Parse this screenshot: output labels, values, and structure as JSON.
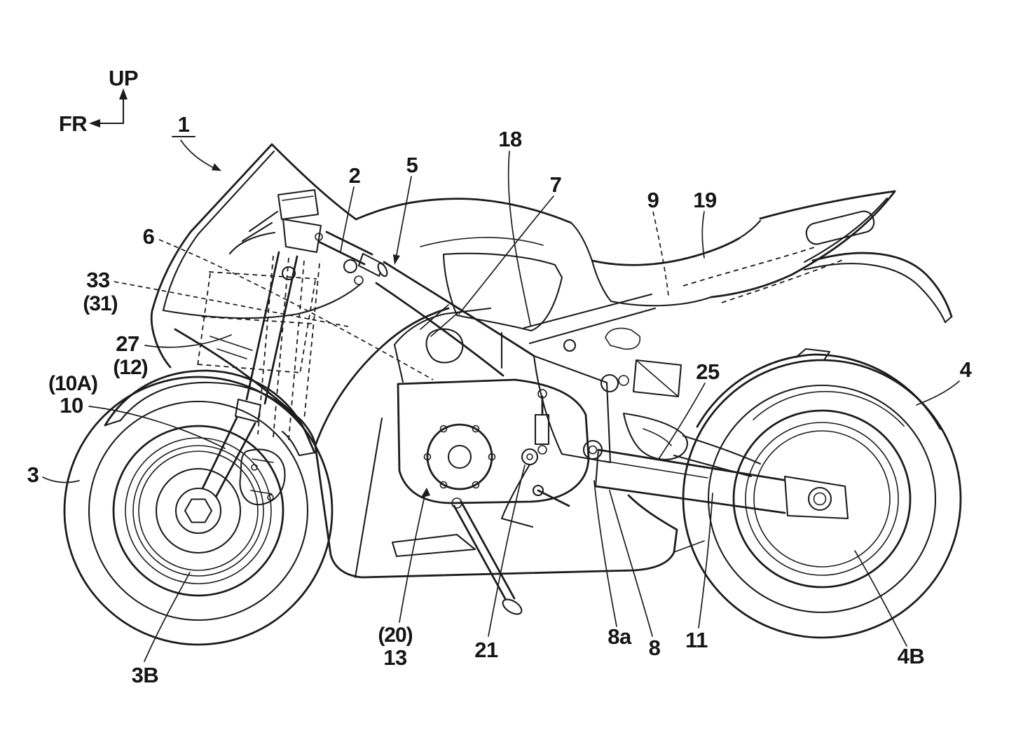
{
  "figure": {
    "kind": "patent line drawing",
    "subject": "Sport motorcycle - side elevation view",
    "background_color": "#ffffff",
    "line_color": "#1c1c1c"
  },
  "orientation_marker": {
    "up_label": "UP",
    "front_label": "FR"
  },
  "ref_labels": [
    {
      "text": "1",
      "leader": "solid-arrow",
      "underlined": true
    },
    {
      "text": "2",
      "leader": "solid"
    },
    {
      "text": "5",
      "leader": "solid-arrow"
    },
    {
      "text": "18",
      "leader": "solid"
    },
    {
      "text": "7",
      "leader": "solid"
    },
    {
      "text": "9",
      "leader": "dashed"
    },
    {
      "text": "19",
      "leader": "solid"
    },
    {
      "text": "6",
      "leader": "dashed"
    },
    {
      "text": "33",
      "leader": "dashed"
    },
    {
      "text": "(31)",
      "leader": "none"
    },
    {
      "text": "27",
      "leader": "solid"
    },
    {
      "text": "(12)",
      "leader": "none"
    },
    {
      "text": "(10A)",
      "leader": "none"
    },
    {
      "text": "10",
      "leader": "solid"
    },
    {
      "text": "3",
      "leader": "solid"
    },
    {
      "text": "25",
      "leader": "solid"
    },
    {
      "text": "4",
      "leader": "solid"
    },
    {
      "text": "(20)",
      "leader": "none"
    },
    {
      "text": "13",
      "leader": "solid-arrow"
    },
    {
      "text": "21",
      "leader": "solid"
    },
    {
      "text": "8a",
      "leader": "solid"
    },
    {
      "text": "8",
      "leader": "solid"
    },
    {
      "text": "11",
      "leader": "solid"
    },
    {
      "text": "4B",
      "leader": "solid"
    },
    {
      "text": "3B",
      "leader": "solid"
    }
  ]
}
